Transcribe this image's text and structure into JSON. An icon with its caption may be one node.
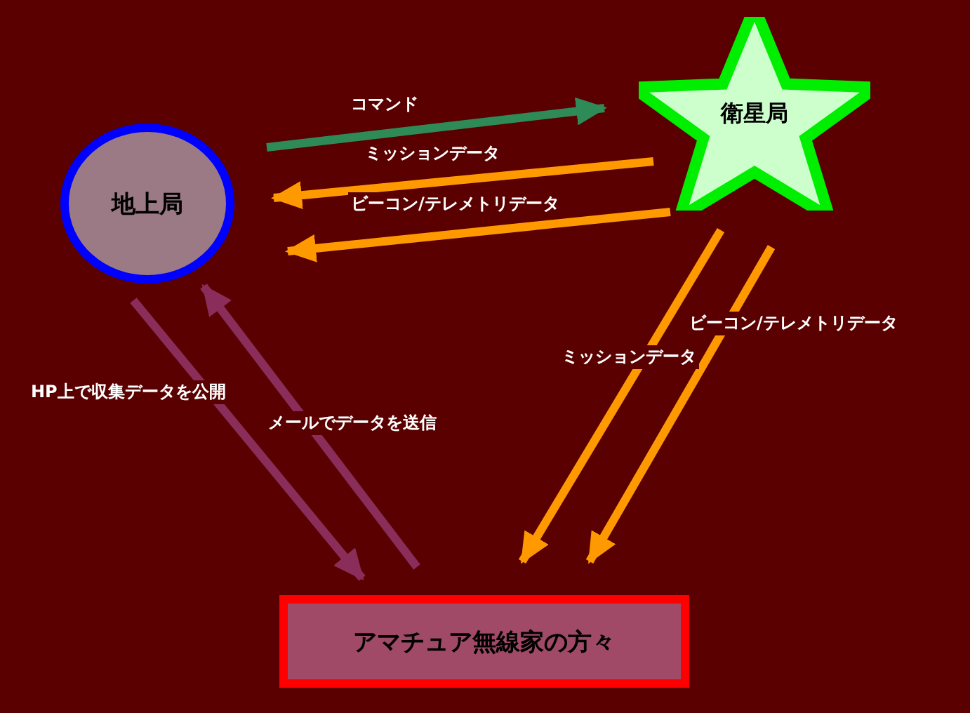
{
  "diagram": {
    "nodes": [
      {
        "text": [
          "地上局"
        ]
      },
      {
        "text": [
          "衛星局"
        ]
      },
      {
        "text": [
          "アマチュア無線家の方々"
        ]
      }
    ],
    "edges": [
      {
        "from": 0,
        "to": 1,
        "arrow": "to",
        "label": "コマンド",
        "color": "#2e8b57"
      },
      {
        "from": 1,
        "to": 0,
        "arrow": "to",
        "label": "ミッションデータ"
      },
      {
        "from": 1,
        "to": 0,
        "arrow": "to",
        "label": "ビーコン/テレメトリデータ"
      },
      {
        "from": 1,
        "to": 2,
        "arrow": "to",
        "label": "ミッションデータ"
      },
      {
        "from": 1,
        "to": 2,
        "arrow": "to",
        "label": "ビーコン/テレメトリデータ"
      },
      {
        "from": 0,
        "to": 2,
        "arrow": "to",
        "label": "HP上で収集データを公開",
        "color": "#8b2d5a"
      },
      {
        "from": 2,
        "to": 0,
        "arrow": "to",
        "label": "メールでデータを送信",
        "color": "#8b2d5a"
      }
    ]
  }
}
